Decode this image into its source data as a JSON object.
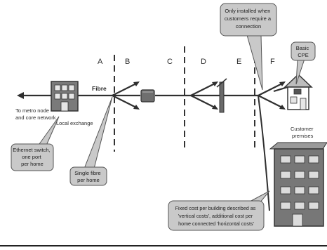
{
  "segments": [
    "A",
    "B",
    "C",
    "D",
    "E",
    "F"
  ],
  "labels": {
    "fibre": "Fibre",
    "metro": [
      "To metro node",
      "and core network"
    ],
    "local_exchange": "Local exchange",
    "customer_premises": [
      "Customer",
      "premises"
    ]
  },
  "callouts": {
    "ethernet": [
      "Ethernet switch,",
      "one port",
      "per home"
    ],
    "single_fibre": [
      "Single fibre",
      "per home"
    ],
    "only_installed": [
      "Only installed when",
      "customers require a",
      "connection"
    ],
    "basic_cpe": [
      "Basic",
      "CPE"
    ],
    "fixed_cost": [
      "Fixed cost per building described as",
      "'vertical costs', additional cost per",
      "home connected 'horizontal costs'"
    ]
  },
  "colors": {
    "callout_fill": "#c9c9c9",
    "device_fill": "#7a7a7a",
    "line": "#2f2f2f"
  }
}
